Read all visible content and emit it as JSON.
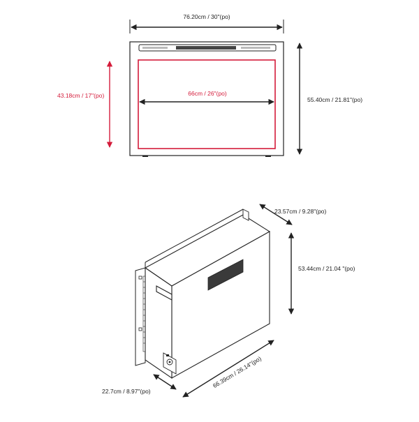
{
  "front_view": {
    "overall_width_label": "76.20cm / 30\"(po)",
    "overall_height_label": "55.40cm / 21.81\"(po)",
    "viewing_width_label": "66cm / 26\"(po)",
    "viewing_height_label": "43.18cm / 17\"(po)"
  },
  "side_view": {
    "top_depth_label": "23.57cm / 9.28\"(po)",
    "body_height_label": "53.44cm / 21.04 \"(po)",
    "body_width_label": "66.39cm / 26.14\"(po)",
    "bottom_depth_label": "22.7cm / 8.97\"(po)"
  },
  "colors": {
    "outline": "#222222",
    "accent": "#d41b3a"
  }
}
